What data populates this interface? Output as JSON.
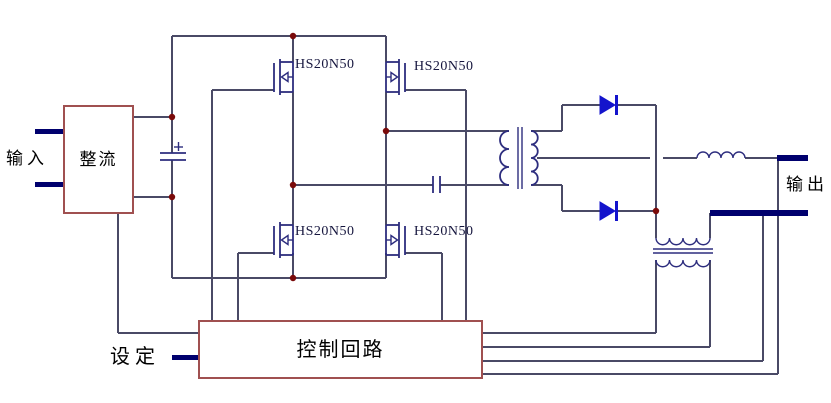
{
  "diagram": {
    "type": "full-bridge switching power supply schematic",
    "terminals": {
      "input_label": "输入",
      "output_label": "输出",
      "setting_label": "设定"
    },
    "blocks": {
      "rectifier_label": "整流",
      "control_label": "控制回路"
    },
    "mosfet_labels": [
      "HS20N50",
      "HS20N50",
      "HS20N50",
      "HS20N50"
    ]
  },
  "colors": {
    "bg": "#ffffff",
    "wire": "#4a4a66",
    "symbol": "#2d2d7e",
    "diode": "#1414cc",
    "junction": "#7a0a0a",
    "box-border": "#a05050",
    "terminal": "#00006e",
    "label-text": "#000000",
    "part-text": "#16163e"
  }
}
